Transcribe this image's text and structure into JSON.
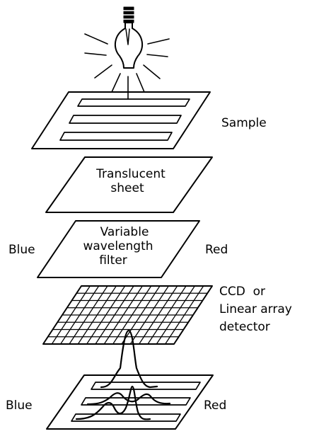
{
  "colors": {
    "ink": "#000000",
    "background": "#ffffff"
  },
  "icons": {
    "lamp": "light-bulb-icon"
  },
  "labels": {
    "sample": "Sample",
    "translucent_line1": "Translucent",
    "translucent_line2": "sheet",
    "filter_line1": "Variable",
    "filter_line2": "wavelength",
    "filter_line3": "filter",
    "filter_left": "Blue",
    "filter_right": "Red",
    "detector_line1": "CCD  or",
    "detector_line2": "Linear array",
    "detector_line3": "detector",
    "output_left": "Blue",
    "output_right": "Red"
  }
}
